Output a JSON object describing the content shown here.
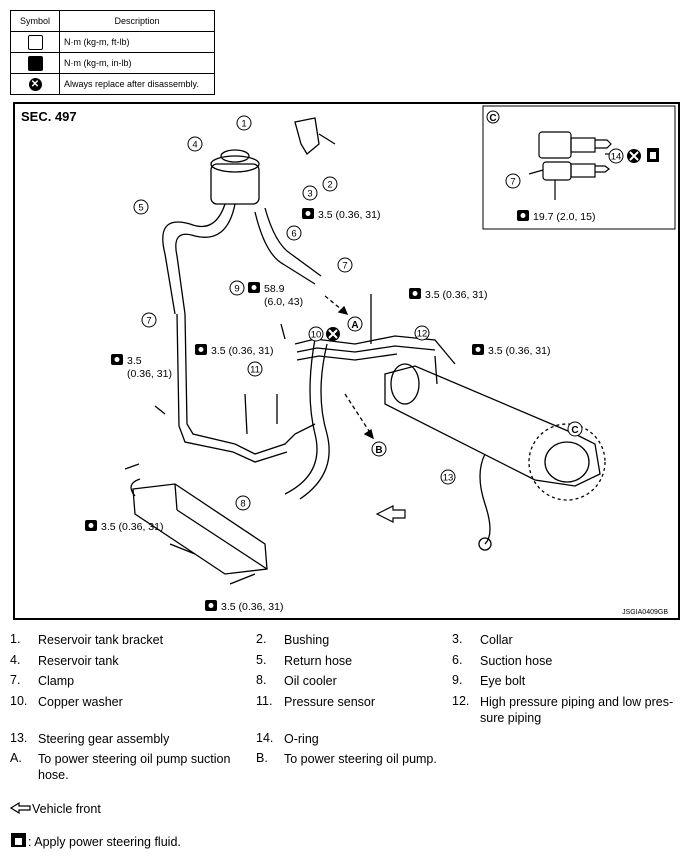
{
  "symbol_table": {
    "header_symbol": "Symbol",
    "header_description": "Description",
    "rows": [
      {
        "icon": "torque-wrench-icon",
        "description": "N·m (kg-m, ft-lb)"
      },
      {
        "icon": "torque-wrench-fill-icon",
        "description": "N·m (kg-m, in-lb)"
      },
      {
        "icon": "replace-icon",
        "description": "Always replace after disassembly."
      }
    ]
  },
  "diagram": {
    "section": "SEC. 497",
    "inset_label": "C",
    "code": "JSGIA0409GB",
    "callouts": [
      "1",
      "2",
      "3",
      "4",
      "5",
      "6",
      "7",
      "8",
      "9",
      "10",
      "11",
      "12",
      "13",
      "14",
      "7",
      "7",
      "7"
    ],
    "letters": [
      "A",
      "B",
      "C"
    ],
    "torques": {
      "t1": "3.5 (0.36, 31)",
      "t2a": "58.9",
      "t2b": "(6.0, 43)",
      "t3": "3.5 (0.36, 31)",
      "t4": "3.5 (0.36, 31)",
      "t5": "3.5 (0.36, 31)",
      "t6a": "3.5",
      "t6b": "(0.36, 31)",
      "t7": "3.5 (0.36, 31)",
      "t8": "3.5 (0.36, 31)",
      "t9": "19.7 (2.0, 15)"
    }
  },
  "parts": [
    {
      "n": "1.",
      "label": "Reservoir tank bracket"
    },
    {
      "n": "2.",
      "label": "Bushing"
    },
    {
      "n": "3.",
      "label": "Collar"
    },
    {
      "n": "4.",
      "label": "Reservoir tank"
    },
    {
      "n": "5.",
      "label": "Return hose"
    },
    {
      "n": "6.",
      "label": "Suction hose"
    },
    {
      "n": "7.",
      "label": "Clamp"
    },
    {
      "n": "8.",
      "label": "Oil cooler"
    },
    {
      "n": "9.",
      "label": "Eye bolt"
    },
    {
      "n": "10.",
      "label": "Copper washer"
    },
    {
      "n": "11.",
      "label": "Pressure sensor"
    },
    {
      "n": "12.",
      "label": "High pressure piping and low pres-"
    },
    {
      "n": "12b",
      "label": "sure piping"
    },
    {
      "n": "13.",
      "label": "Steering gear assembly"
    },
    {
      "n": "14.",
      "label": "O-ring"
    },
    {
      "n": "A.",
      "label": "To power steering oil pump suction"
    },
    {
      "n": "Ab",
      "label": "hose."
    },
    {
      "n": "B.",
      "label": "To power steering oil pump."
    }
  ],
  "footer": {
    "front": "Vehicle front",
    "fluid": ": Apply power steering fluid."
  }
}
